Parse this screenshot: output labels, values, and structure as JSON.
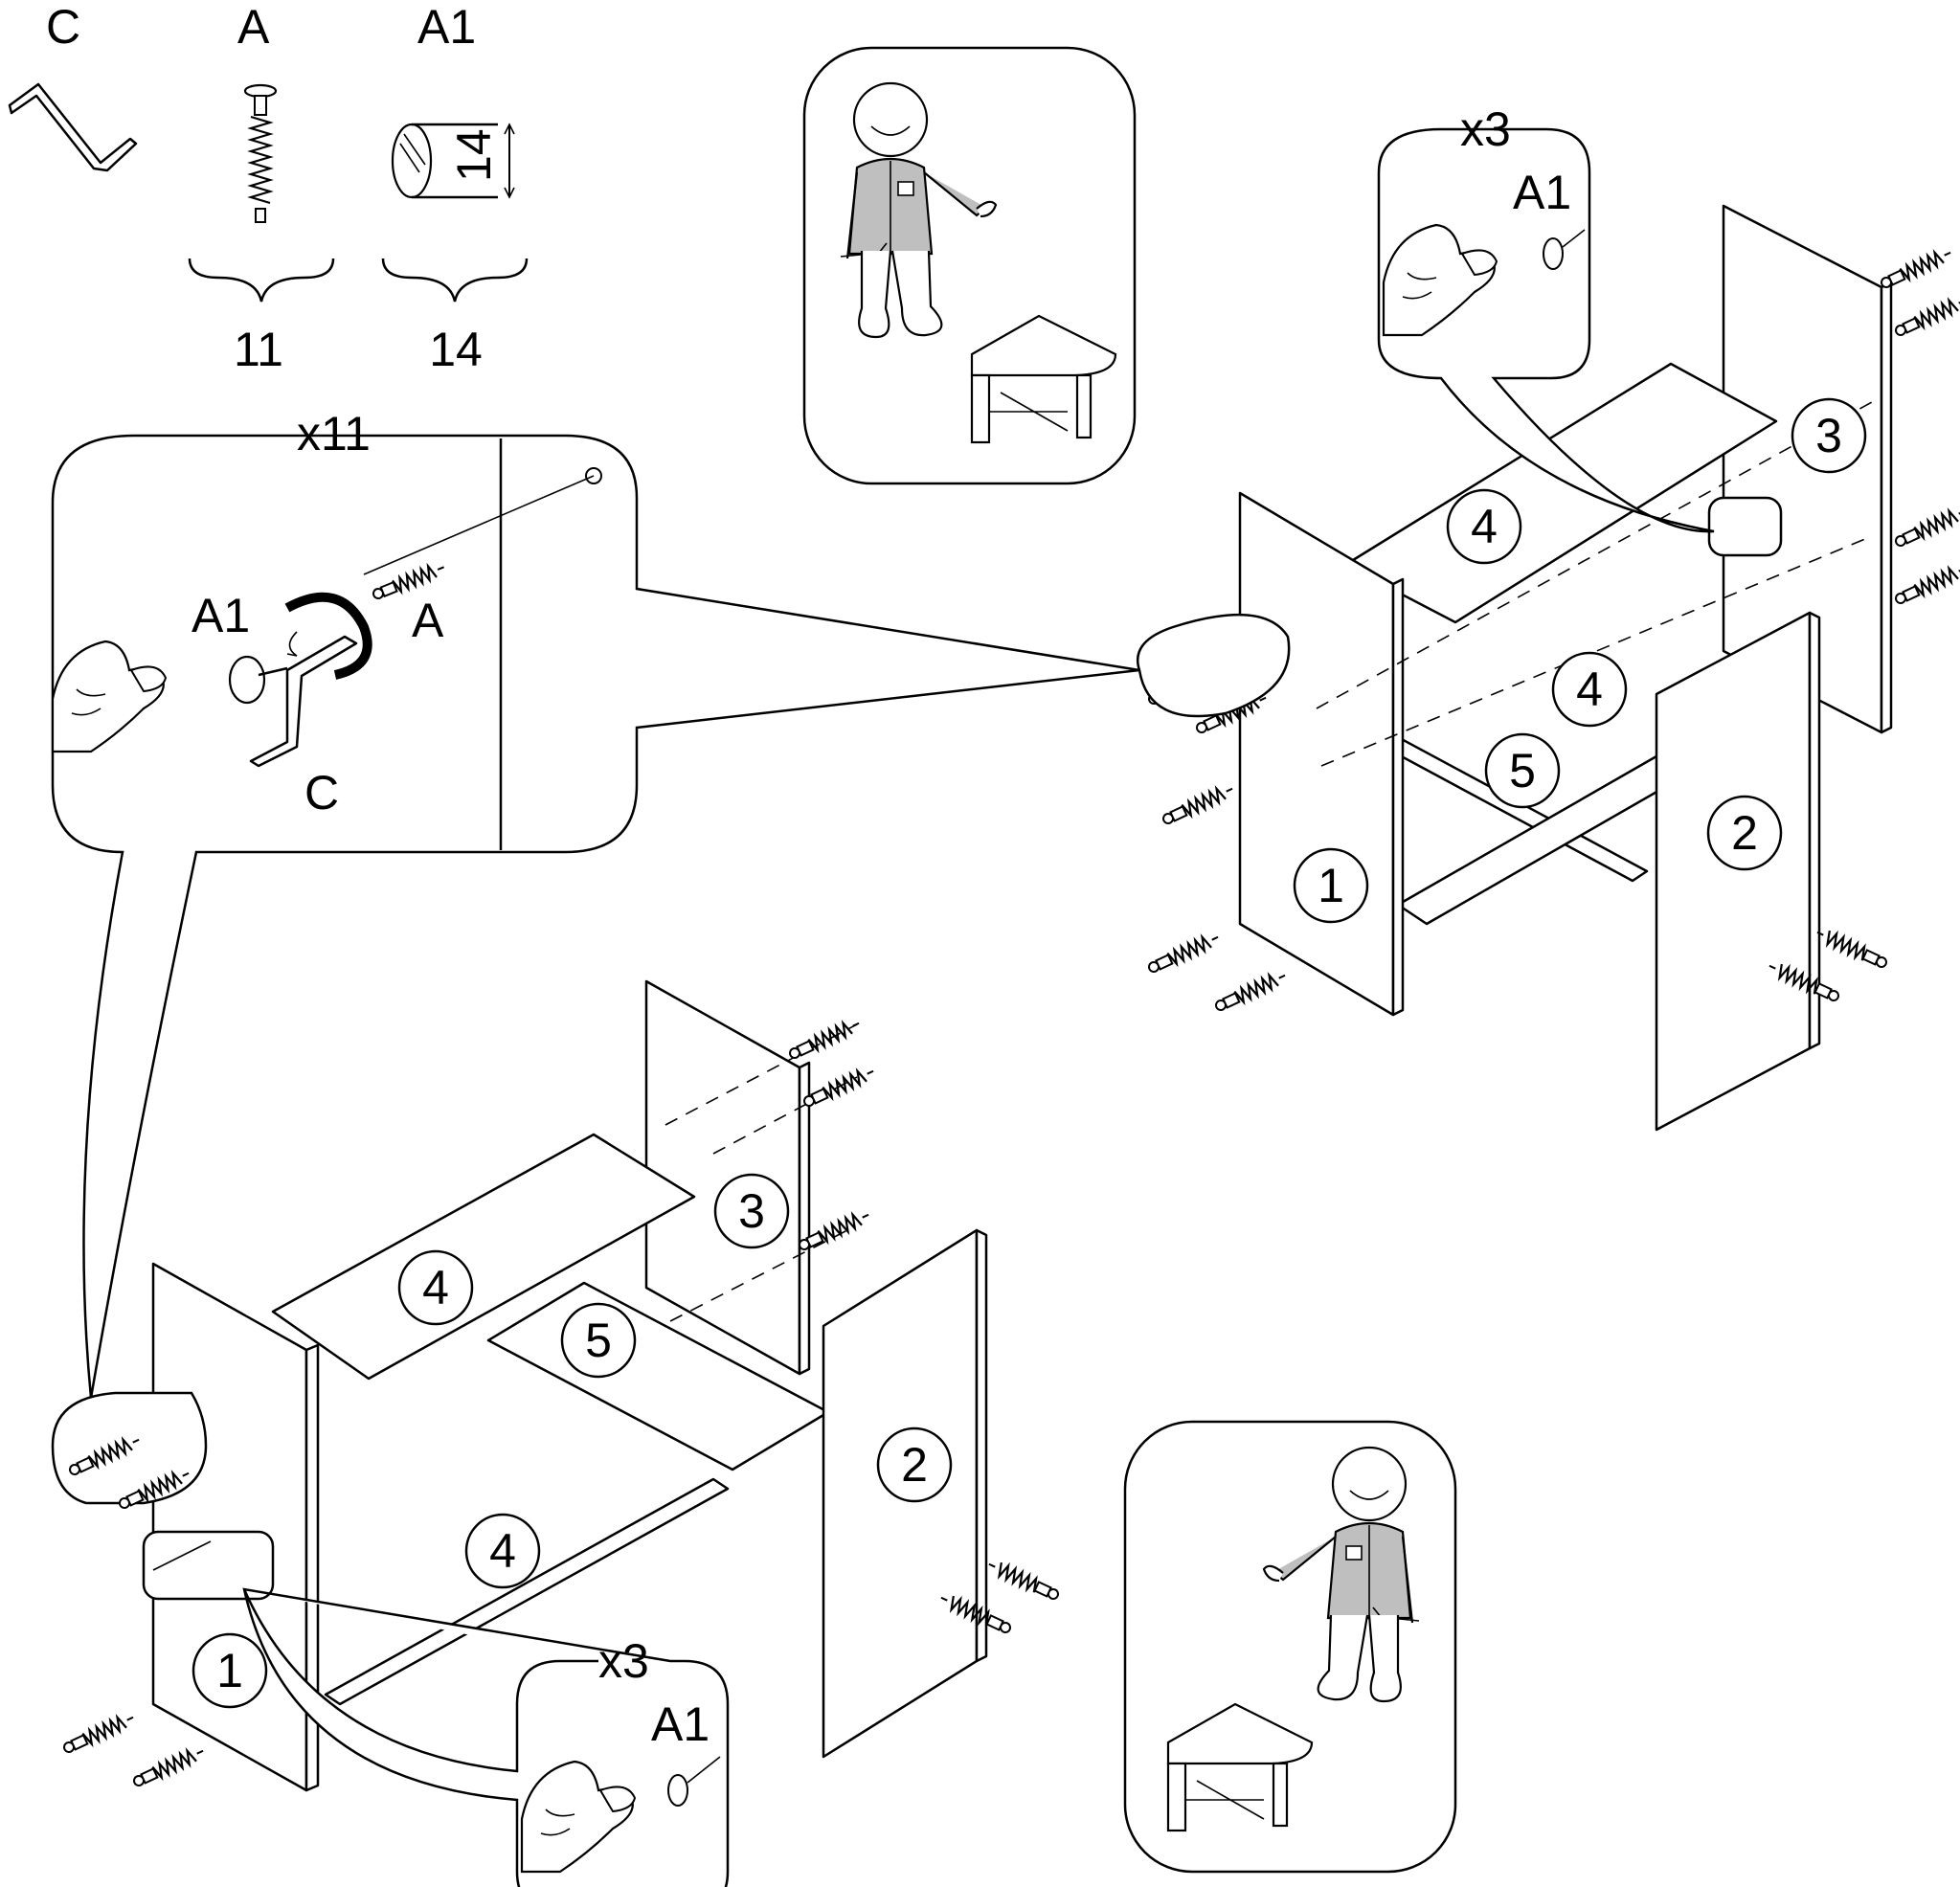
{
  "parts": {
    "hex_key": {
      "code": "C",
      "icon": "hex-key-icon"
    },
    "screw": {
      "code": "A",
      "quantity": "11",
      "icon": "screw-icon"
    },
    "cap": {
      "code": "A1",
      "quantity": "14",
      "size": "14",
      "icon": "cap-icon"
    }
  },
  "detail_callout": {
    "multiplier": "x11",
    "labels": {
      "cap": "A1",
      "screw": "A",
      "key": "C"
    }
  },
  "cap_callout_top": {
    "multiplier": "x3",
    "label": "A1"
  },
  "cap_callout_bottom": {
    "multiplier": "x3",
    "label": "A1"
  },
  "assembly_top": {
    "panel_1": "1",
    "panel_2": "2",
    "panel_3": "3",
    "shelf_upper": "4",
    "shelf_lower": "4",
    "crossbar": "5"
  },
  "assembly_bottom": {
    "panel_1": "1",
    "panel_2": "2",
    "panel_3": "3",
    "shelf_upper": "4",
    "shelf_lower": "4",
    "crossbar": "5"
  },
  "icons": {
    "worker_top": "worker-with-screwdriver-icon",
    "worker_bottom": "worker-with-screwdriver-icon",
    "desk_top": "corner-desk-icon",
    "desk_bottom": "corner-desk-icon"
  }
}
